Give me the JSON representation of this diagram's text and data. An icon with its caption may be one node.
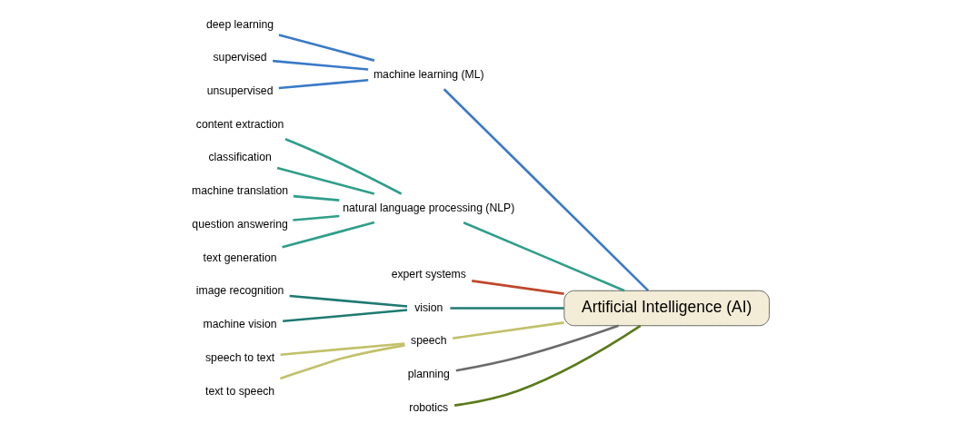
{
  "diagram": {
    "nodes": [
      {
        "text": [
          "deep learning"
        ]
      },
      {
        "text": [
          "supervised"
        ]
      },
      {
        "text": [
          "unsupervised"
        ]
      },
      {
        "text": [
          "machine learning (ML)"
        ]
      },
      {
        "text": [
          "content extraction"
        ]
      },
      {
        "text": [
          "classification"
        ]
      },
      {
        "text": [
          "machine translation"
        ]
      },
      {
        "text": [
          "question answering"
        ]
      },
      {
        "text": [
          "text generation"
        ]
      },
      {
        "text": [
          "natural language processing (NLP)"
        ]
      },
      {
        "text": [
          "Artificial Intelligence (AI)"
        ]
      },
      {
        "text": [
          "expert systems"
        ]
      },
      {
        "text": [
          "image recognition"
        ]
      },
      {
        "text": [
          "machine vision"
        ]
      },
      {
        "text": [
          "vision"
        ]
      },
      {
        "text": [
          "speech to text"
        ]
      },
      {
        "text": [
          "text to speech"
        ]
      },
      {
        "text": [
          "speech"
        ]
      },
      {
        "text": [
          "planning"
        ]
      },
      {
        "text": [
          "robotics"
        ]
      }
    ],
    "edges": [
      {
        "from": 10,
        "to": 3,
        "arrow": "none",
        "color": "#3a7ac8"
      },
      {
        "from": 3,
        "to": 0,
        "arrow": "none",
        "color": "#3a7ac8"
      },
      {
        "from": 3,
        "to": 1,
        "arrow": "none",
        "color": "#3a7ac8"
      },
      {
        "from": 3,
        "to": 2,
        "arrow": "none",
        "color": "#3a7ac8"
      },
      {
        "from": 10,
        "to": 9,
        "arrow": "none",
        "color": "#2f9e8a"
      },
      {
        "from": 9,
        "to": 4,
        "arrow": "none",
        "color": "#2f9e8a"
      },
      {
        "from": 9,
        "to": 5,
        "arrow": "none",
        "color": "#2f9e8a"
      },
      {
        "from": 9,
        "to": 6,
        "arrow": "none",
        "color": "#2f9e8a"
      },
      {
        "from": 9,
        "to": 7,
        "arrow": "none",
        "color": "#2f9e8a"
      },
      {
        "from": 9,
        "to": 8,
        "arrow": "none",
        "color": "#2f9e8a"
      },
      {
        "from": 10,
        "to": 11,
        "arrow": "none",
        "color": "#c0472c"
      },
      {
        "from": 10,
        "to": 14,
        "arrow": "none",
        "color": "#1f7a72"
      },
      {
        "from": 14,
        "to": 12,
        "arrow": "none",
        "color": "#1f7a72"
      },
      {
        "from": 14,
        "to": 13,
        "arrow": "none",
        "color": "#1f7a72"
      },
      {
        "from": 10,
        "to": 17,
        "arrow": "none",
        "color": "#c2c06a"
      },
      {
        "from": 17,
        "to": 15,
        "arrow": "none",
        "color": "#c2c06a"
      },
      {
        "from": 17,
        "to": 16,
        "arrow": "none",
        "color": "#c2c06a"
      },
      {
        "from": 10,
        "to": 18,
        "arrow": "none",
        "color": "#6b6b6b"
      },
      {
        "from": 10,
        "to": 19,
        "arrow": "none",
        "color": "#5a7a1a"
      }
    ]
  }
}
